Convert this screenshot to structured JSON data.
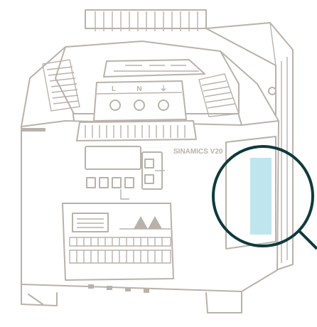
{
  "colors": {
    "line": "#b9b2ab",
    "callout_ring": "#0f3a3d",
    "highlight_panel": "#bfe6ee"
  },
  "terminal_labels": [
    "L",
    "N",
    "⏚"
  ],
  "brand_text": "SINAMICS V20"
}
